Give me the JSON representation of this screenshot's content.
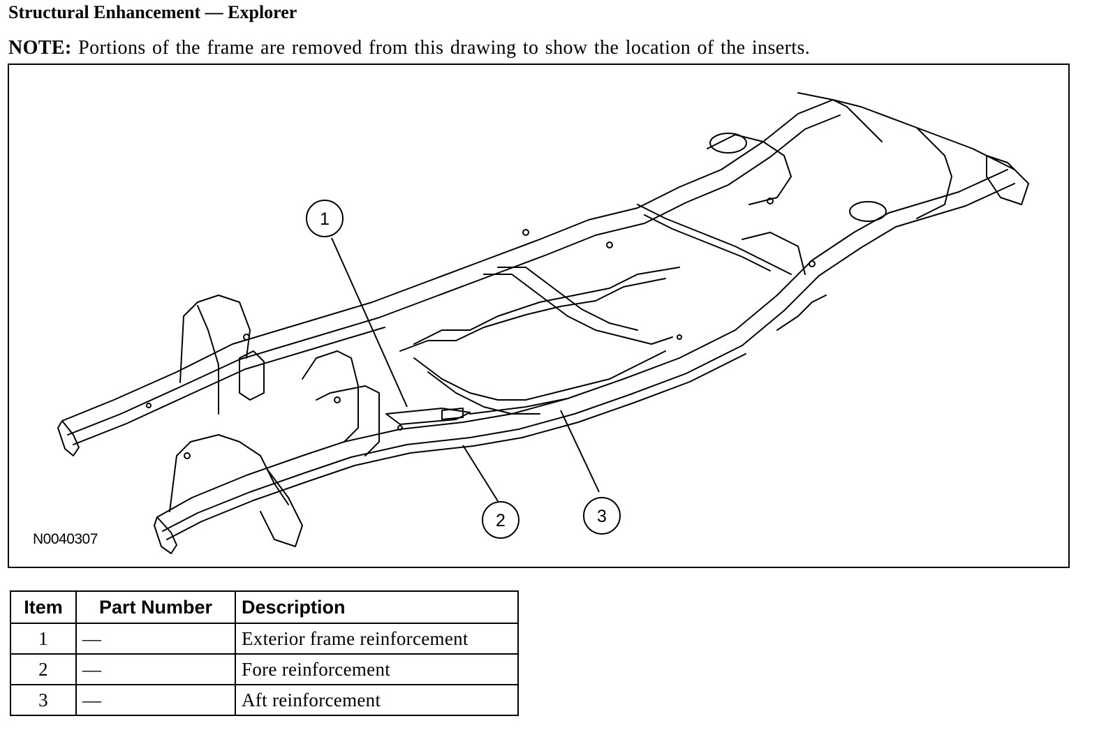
{
  "document": {
    "title": "Structural Enhancement — Explorer",
    "note_label": "NOTE:",
    "note_text": "Portions of the frame are removed from this drawing to show the location of the inserts."
  },
  "figure": {
    "id": "N0040307",
    "callouts": [
      "1",
      "2",
      "3"
    ]
  },
  "table": {
    "headers": [
      "Item",
      "Part Number",
      "Description"
    ],
    "rows": [
      {
        "item": "1",
        "part_number": "—",
        "description": "Exterior frame reinforcement"
      },
      {
        "item": "2",
        "part_number": "—",
        "description": "Fore reinforcement"
      },
      {
        "item": "3",
        "part_number": "—",
        "description": "Aft reinforcement"
      }
    ]
  }
}
